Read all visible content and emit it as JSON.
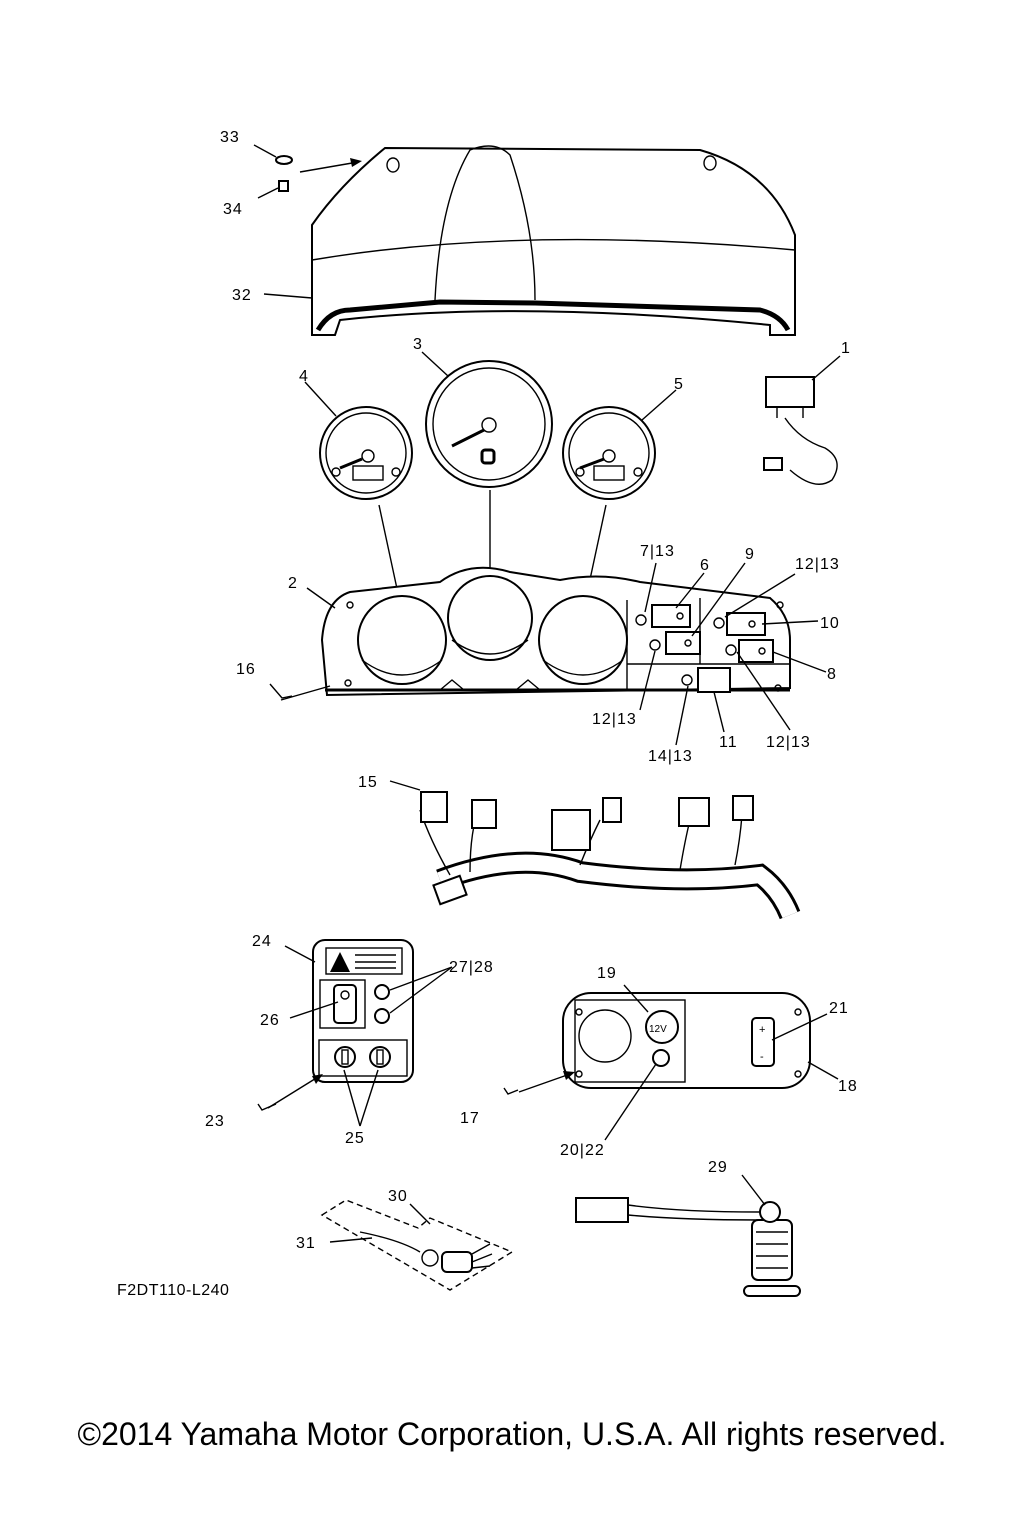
{
  "diagram_code": "F2DT110-L240",
  "copyright": "©2014 Yamaha Motor Corporation, U.S.A. All rights reserved.",
  "callouts": {
    "c1": "1",
    "c2": "2",
    "c3": "3",
    "c4": "4",
    "c5": "5",
    "c6": "6",
    "c7_13": "7|13",
    "c8": "8",
    "c9": "9",
    "c10": "10",
    "c11": "11",
    "c12_13_a": "12|13",
    "c12_13_b": "12|13",
    "c12_13_c": "12|13",
    "c14_13": "14|13",
    "c15": "15",
    "c16": "16",
    "c17": "17",
    "c18": "18",
    "c19": "19",
    "c20_22": "20|22",
    "c21": "21",
    "c23": "23",
    "c24": "24",
    "c25": "25",
    "c26": "26",
    "c27_28": "27|28",
    "c29": "29",
    "c30": "30",
    "c31": "31",
    "c32": "32",
    "c33": "33",
    "c34": "34"
  },
  "socket_label": "12V",
  "switch_plus": "+",
  "switch_minus": "-"
}
